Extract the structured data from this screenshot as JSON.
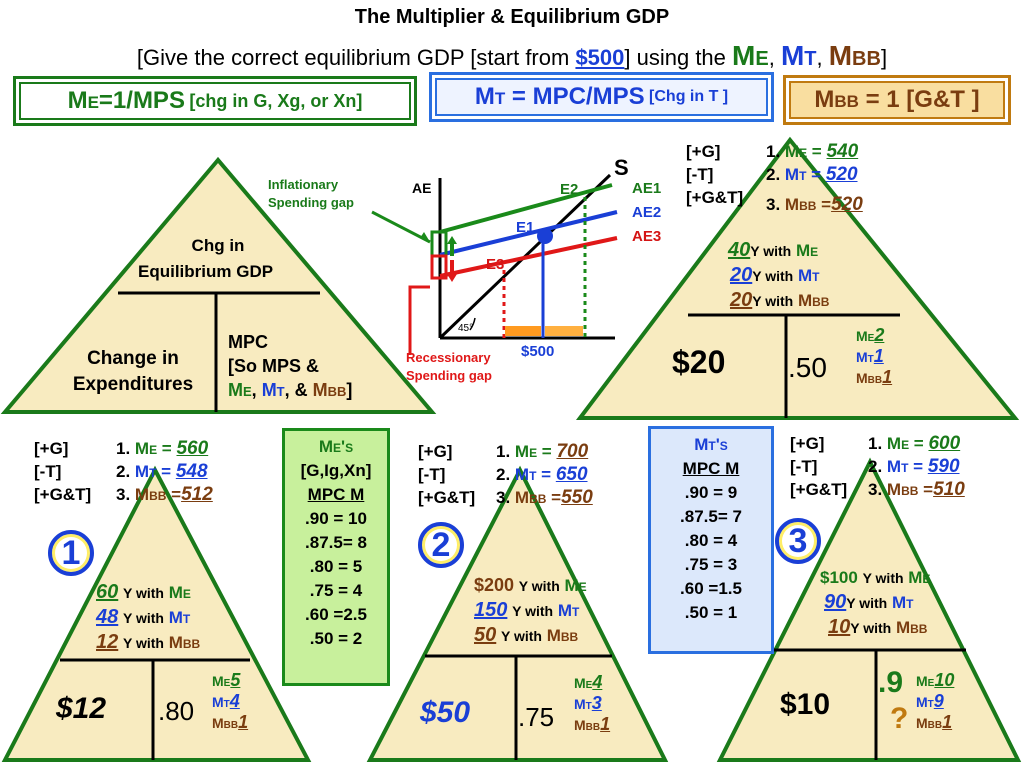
{
  "title": "The Multiplier & Equilibrium GDP",
  "subtitle": {
    "pre": "[Give the correct equilibrium GDP [start from ",
    "amount": "$500",
    "mid": "] using the ",
    "me": "Me",
    ",1": ", ",
    "mt": "Mt",
    "mbb": "Mbb",
    "end": "]"
  },
  "header_boxes": {
    "me": {
      "main": "Me=1/MPS",
      "note": "[chg in G, Xg, or Xn]"
    },
    "mt": {
      "main": "Mt = MPC/MPS",
      "note": "[Chg in T ]"
    },
    "mbb": {
      "main": "Mbb = 1 [G&T ]"
    }
  },
  "left_triangle": {
    "top": "Chg in",
    "top2": "Equilibrium GDP",
    "bl1": "Change in",
    "bl2": "Expenditures",
    "br1": "MPC",
    "br2": "[So MPS &",
    "br3": "Me, Mt, & Mbb]"
  },
  "graph": {
    "ae": "AE",
    "s": "S",
    "ae1": "AE1",
    "ae2": "AE2",
    "ae3": "AE3",
    "e1": "E1",
    "e2": "E2",
    "e3": "E3",
    "angle": "45°",
    "x500": "$500",
    "infl1": "Inflationary",
    "infl2": "Spending gap",
    "rec1": "Recessionary",
    "rec2": "Spending gap"
  },
  "problems": [
    {
      "g": "[+G]",
      "t": "[-T]",
      "gt": "[+G&T]",
      "q1": "1.",
      "q2": "2.",
      "q3": "3.",
      "me_ans": "560",
      "mt_ans": "548",
      "mbb_ans": "512",
      "y_me": "60",
      "y_mt": "48",
      "y_mbb": "12",
      "ywith": "Y with",
      "change": "$12",
      "mpc": ".80",
      "me_m": "5",
      "mt_m": "4",
      "mbb_m": "1",
      "num": "1"
    },
    {
      "g": "[+G]",
      "t": "[-T]",
      "gt": "[+G&T]",
      "q1": "1.",
      "q2": "2.",
      "q3": "3.",
      "me_ans": "700",
      "mt_ans": "650",
      "mbb_ans": "550",
      "y_me": "$200",
      "y_mt": "150",
      "y_mbb": "50",
      "ywith": "Y with",
      "change": "$50",
      "mpc": ".75",
      "me_m": "4",
      "mt_m": "3",
      "mbb_m": "1",
      "num": "2"
    },
    {
      "g": "[+G]",
      "t": "[-T]",
      "gt": "[+G&T]",
      "q1": "1.",
      "q2": "2.",
      "q3": "3.",
      "me_ans": "600",
      "mt_ans": "590",
      "mbb_ans": "510",
      "y_me": "$100",
      "y_mt": "90",
      "y_mbb": "10",
      "ywith": "Y with",
      "change": "$10",
      "mpc": ".9",
      "mpc2": "?",
      "me_m": "10",
      "mt_m": "9",
      "mbb_m": "1",
      "num": "3"
    },
    {
      "g": "[+G]",
      "t": "[-T]",
      "gt": "[+G&T]",
      "q1": "1.",
      "q2": "2.",
      "q3": "3.",
      "me_ans": "540",
      "mt_ans": "520",
      "mbb_ans": "520",
      "y_me": "40",
      "y_mt": "20",
      "y_mbb": "20",
      "ywith": "Y with",
      "change": "$20",
      "mpc": ".50",
      "me_m": "2",
      "mt_m": "1",
      "mbb_m": "1"
    }
  ],
  "me_table": {
    "h1": "Me's",
    "h2": "[G,Ig,Xn]",
    "h3": "MPC   M",
    "rows": [
      ".90 = 10",
      ".87.5= 8",
      ".80 =   5",
      ".75 =   4",
      ".60 =2.5",
      ".50 =   2"
    ]
  },
  "mt_table": {
    "h1": "Mt's",
    "h2": "MPC  M",
    "rows": [
      ".90 =   9",
      ".87.5= 7",
      ".80 =   4",
      ".75 =   3",
      ".60 =1.5",
      ".50 =   1"
    ]
  },
  "labels": {
    "me": "Me",
    "mt": "Mt",
    "mbb": "Mbb",
    "me_eq": "Me =",
    "mt_eq": "Mt =",
    "mbb_eq": "Mbb ="
  },
  "colors": {
    "triangle": "#f8ebc0",
    "triangle_border": "#1a7a1a",
    "green_box": "#1a7a1a",
    "blue_box": "#2a6fe0",
    "brown_box": "#c07a10",
    "table_bg": "#c8f09c",
    "table2_bg": "#dce8fb"
  }
}
